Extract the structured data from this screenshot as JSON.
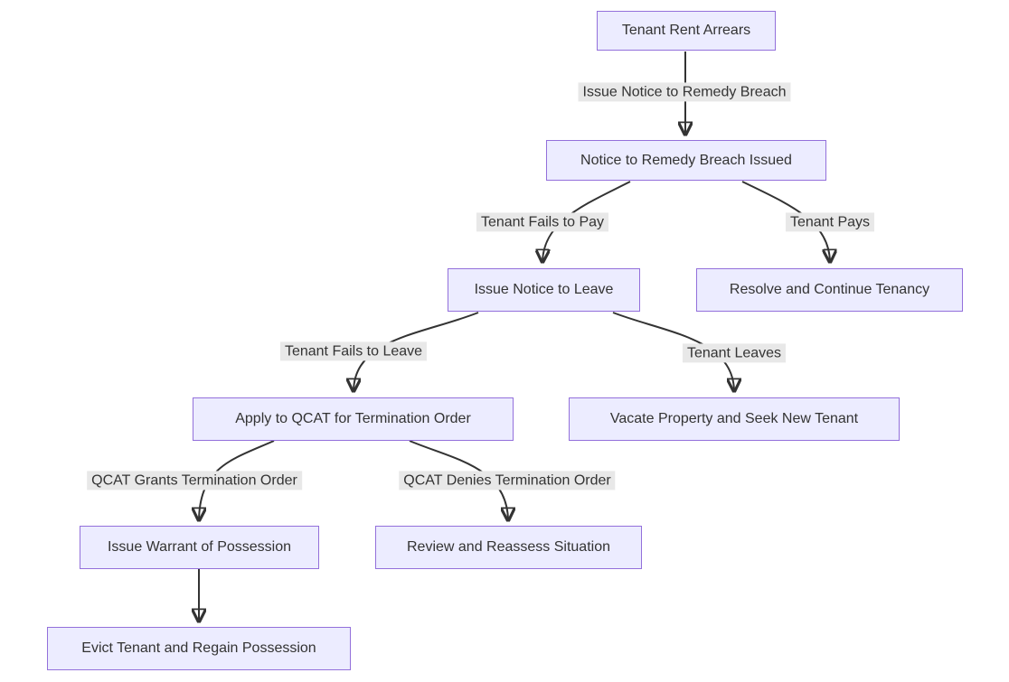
{
  "diagram": {
    "type": "flowchart",
    "direction": "top-down",
    "topic": "Tenant Rent Arrears eviction process",
    "colors": {
      "node_fill": "#ECECFF",
      "node_border": "#9370DB",
      "node_text": "#333333",
      "edge_line": "#333333",
      "edge_label_bg": "#e8e8e8",
      "background": "#ffffff"
    },
    "nodes": [
      {
        "id": "A",
        "label": "Tenant Rent Arrears"
      },
      {
        "id": "B",
        "label": "Notice to Remedy Breach Issued"
      },
      {
        "id": "C",
        "label": "Issue Notice to Leave"
      },
      {
        "id": "D",
        "label": "Resolve and Continue Tenancy"
      },
      {
        "id": "E",
        "label": "Apply to QCAT for Termination Order"
      },
      {
        "id": "F",
        "label": "Vacate Property and Seek New Tenant"
      },
      {
        "id": "G",
        "label": "Issue Warrant of Possession"
      },
      {
        "id": "H",
        "label": "Review and Reassess Situation"
      },
      {
        "id": "I",
        "label": "Evict Tenant and Regain Possession"
      }
    ],
    "edges": [
      {
        "from": "A",
        "to": "B",
        "label": "Issue Notice to Remedy Breach"
      },
      {
        "from": "B",
        "to": "C",
        "label": "Tenant Fails to Pay"
      },
      {
        "from": "B",
        "to": "D",
        "label": "Tenant Pays"
      },
      {
        "from": "C",
        "to": "E",
        "label": "Tenant Fails to Leave"
      },
      {
        "from": "C",
        "to": "F",
        "label": "Tenant Leaves"
      },
      {
        "from": "E",
        "to": "G",
        "label": "QCAT Grants Termination Order"
      },
      {
        "from": "E",
        "to": "H",
        "label": "QCAT Denies Termination Order"
      },
      {
        "from": "G",
        "to": "I",
        "label": ""
      }
    ]
  }
}
